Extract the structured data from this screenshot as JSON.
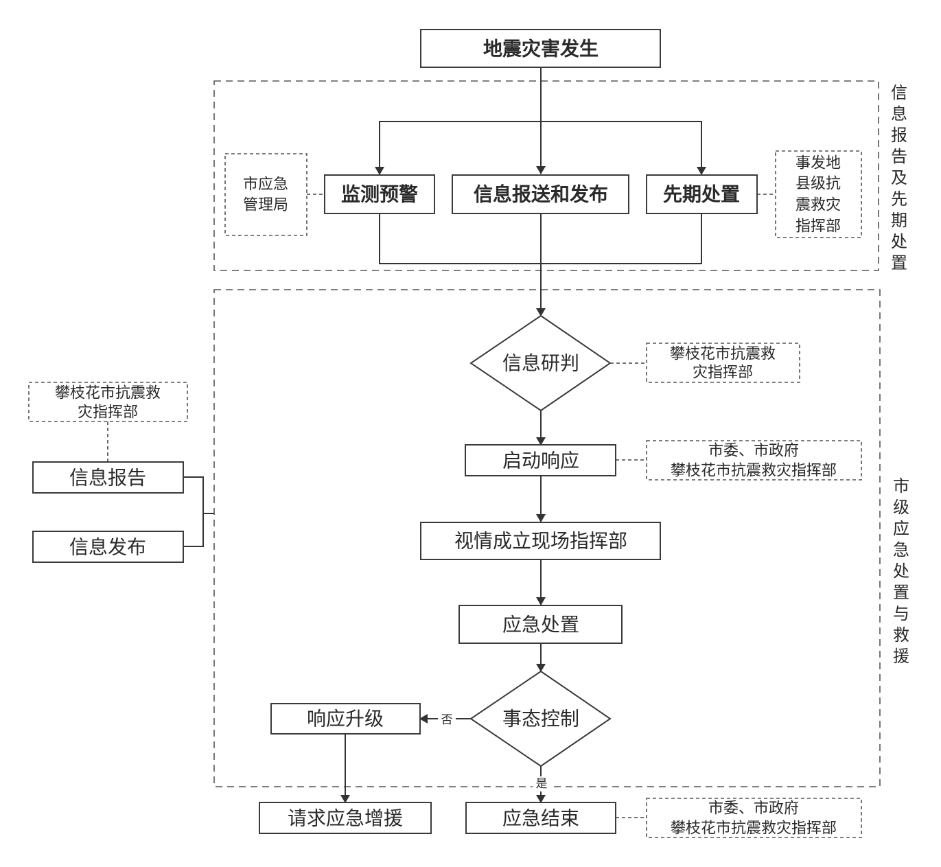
{
  "title_node": "地震灾害发生",
  "section1": {
    "label": "信息报告及先期处置",
    "nodes": [
      "监测预警",
      "信息报送和发布",
      "先期处置"
    ],
    "left_note": [
      "市应急",
      "管理局"
    ],
    "right_note": [
      "事发地",
      "县级抗",
      "震救灾",
      "指挥部"
    ]
  },
  "section2": {
    "label": "市级应急处置与救援",
    "research": "信息研判",
    "research_note": [
      "攀枝花市抗震救",
      "灾指挥部"
    ],
    "start": "启动响应",
    "start_note": [
      "市委、市政府",
      "攀枝花市抗震救灾指挥部"
    ],
    "site": "视情成立现场指挥部",
    "handle": "应急处置",
    "control": "事态控制",
    "upgrade": "响应升级",
    "no_label": "否",
    "yes_label": "是"
  },
  "left_panel": {
    "note": [
      "攀枝花市抗震救",
      "灾指挥部"
    ],
    "report": "信息报告",
    "publish": "信息发布"
  },
  "bottom": {
    "request": "请求应急增援",
    "end": "应急结束",
    "end_note": [
      "市委、市政府",
      "攀枝花市抗震救灾指挥部"
    ]
  }
}
